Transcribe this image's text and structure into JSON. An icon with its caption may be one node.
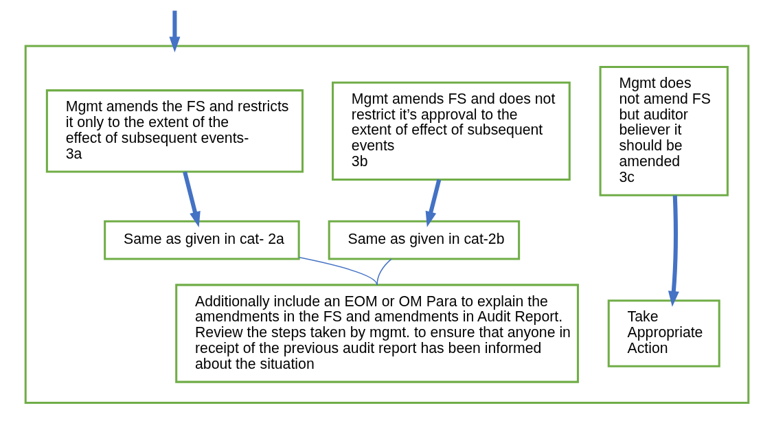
{
  "diagram": {
    "nodes": [
      {
        "text": [],
        "shape": "box"
      },
      {
        "text": [
          "Mgmt amends the FS and restricts it only to the extent of the effect of subsequent events-",
          "3a"
        ],
        "in": 0
      },
      {
        "text": [
          "Same as given in cat- 2a"
        ],
        "in": 0
      },
      {
        "text": [
          "Mgmt amends FS and does not restrict it’s approval to the extent of effect of subsequent events",
          "3b"
        ],
        "in": 0
      },
      {
        "text": [
          "Same as given in cat-2b"
        ],
        "in": 0
      },
      {
        "text": [
          "Mgmt does not amend FS but auditor believer it should be amended",
          "3c"
        ],
        "in": 0
      },
      {
        "text": [
          "Additionally include an EOM or OM Para to explain the amendments in the FS and amendments in Audit Report.",
          "Review the steps taken by mgmt. to ensure that anyone in receipt of the previous audit report has been informed about the situation"
        ],
        "in": 0
      },
      {
        "text": [
          "Take Appropriate Action"
        ],
        "in": 0
      }
    ],
    "edges": [
      {
        "from": null,
        "to": 0,
        "arrow": "to"
      },
      {
        "from": 1,
        "to": 2,
        "arrow": "to"
      },
      {
        "from": 3,
        "to": 4,
        "arrow": "to"
      },
      {
        "from": 5,
        "to": 7,
        "arrow": "to"
      },
      {
        "from": 2,
        "to": 6,
        "arrow": "none"
      },
      {
        "from": 4,
        "to": 6,
        "arrow": "none"
      }
    ]
  }
}
